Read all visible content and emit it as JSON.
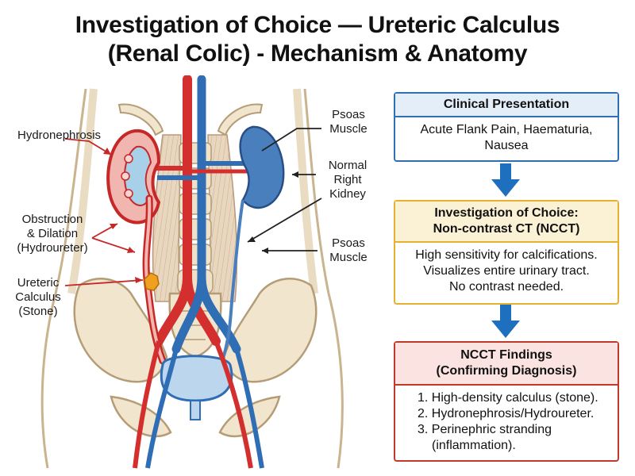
{
  "title": {
    "line1": "Investigation of Choice — Ureteric Calculus",
    "line2": "(Renal Colic) - Mechanism & Anatomy"
  },
  "labels": {
    "hydronephrosis": "Hydronephrosis",
    "obstruction": [
      "Obstruction",
      "& Dilation",
      "(Hydroureter)"
    ],
    "ureteric_calculus": [
      "Ureteric",
      "Calculus",
      "(Stone)"
    ],
    "psoas_top": [
      "Psoas",
      "Muscle"
    ],
    "normal_kidney": [
      "Normal",
      "Right",
      "Kidney"
    ],
    "psoas_bottom": [
      "Psoas",
      "Muscle"
    ]
  },
  "flow": {
    "clinical": {
      "header": "Clinical Presentation",
      "body": [
        "Acute Flank Pain, Haematuria,",
        "Nausea"
      ]
    },
    "investigation": {
      "header": [
        "Investigation of Choice:",
        "Non-contrast CT (NCCT)"
      ],
      "body": [
        "High sensitivity for calcifications.",
        "Visualizes entire urinary tract.",
        "No contrast needed."
      ]
    },
    "findings": {
      "header": [
        "NCCT Findings",
        "(Confirming Diagnosis)"
      ],
      "body": [
        "1. High-density calculus (stone).",
        "2. Hydronephrosis/Hydroureter.",
        "3. Perinephric stranding (inflammation)."
      ]
    }
  },
  "colors": {
    "artery": "#d32f2f",
    "vein": "#2f6db5",
    "kidney_blue": "#4a7fbe",
    "stone": "#f0a020",
    "bone": "#f1e5cd",
    "flow_blue": "#1f6fbf",
    "clinical_border": "#2f6fb3",
    "investigation_border": "#e6b030",
    "findings_border": "#c0392b"
  }
}
